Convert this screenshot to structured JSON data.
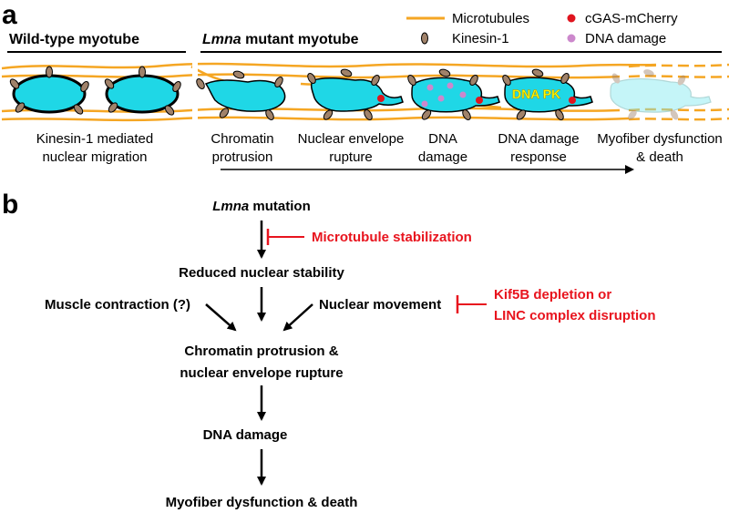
{
  "panel_a": {
    "letter": "a",
    "wildtype_header": "Wild-type myotube",
    "mutant_header_italic": "Lmna",
    "mutant_header_rest": " mutant myotube",
    "legend": {
      "microtubules": "Microtubules",
      "kinesin": "Kinesin-1",
      "cgas": "cGAS-mCherry",
      "dna_damage": "DNA damage"
    },
    "nucleus_label": "DNA PK",
    "captions": [
      {
        "line1": "Kinesin-1 mediated",
        "line2": "nuclear migration"
      },
      {
        "line1": "Chromatin",
        "line2": "protrusion"
      },
      {
        "line1": "Nuclear envelope",
        "line2": "rupture"
      },
      {
        "line1": "DNA",
        "line2": "damage"
      },
      {
        "line1": "DNA damage",
        "line2": "response"
      },
      {
        "line1": "Myofiber dysfunction",
        "line2": "& death"
      }
    ],
    "colors": {
      "microtubule": "#f5a623",
      "kinesin": "#a0826a",
      "nucleus": "#1fd7e6",
      "cgas": "#e0141e",
      "dna_damage": "#cc88cc",
      "dna_pk": "#ffff00"
    }
  },
  "panel_b": {
    "letter": "b",
    "lmna_italic": "Lmna",
    "lmna_rest": " mutation",
    "microtubule_stabilization": "Microtubule stabilization",
    "reduced_stability": "Reduced nuclear stability",
    "muscle_contraction": "Muscle contraction (?)",
    "nuclear_movement": "Nuclear movement",
    "kif5b_line1": "Kif5B depletion or",
    "kif5b_line2": "LINC complex disruption",
    "chromatin_line1": "Chromatin protrusion &",
    "chromatin_line2": "nuclear envelope rupture",
    "dna_damage": "DNA damage",
    "myofiber": "Myofiber dysfunction & death",
    "colors": {
      "inhibitor": "#e8141e"
    }
  }
}
